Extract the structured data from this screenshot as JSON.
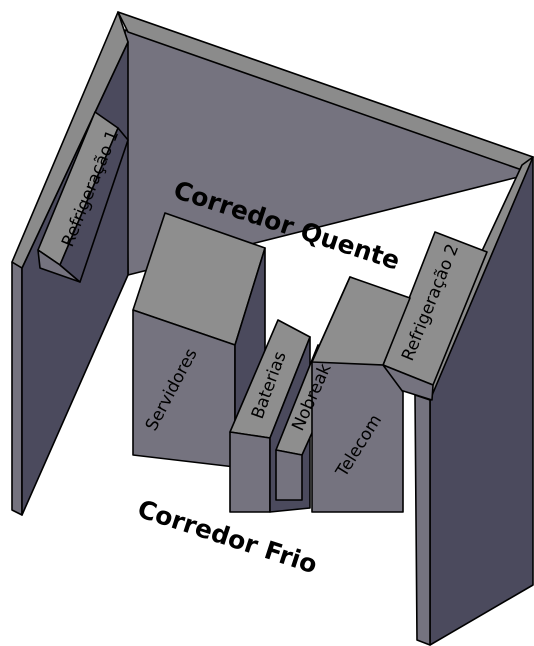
{
  "labels": {
    "hot_aisle": "Corredor Quente",
    "cold_aisle": "Corredor Frio",
    "cooling_1": "Refrigeração 1",
    "cooling_2": "Refrigeração 2",
    "servers": "Servidores",
    "batteries": "Baterias",
    "nobreak": "Nobreak",
    "telecom": "Telecom"
  },
  "colors": {
    "back_wall": "#75737f",
    "wall_side": "#4b4a5d",
    "wall_top": "#8b8b8b",
    "box_top": "#8e8e8e",
    "box_front": "#75737f",
    "box_side": "#4b4a5d"
  }
}
